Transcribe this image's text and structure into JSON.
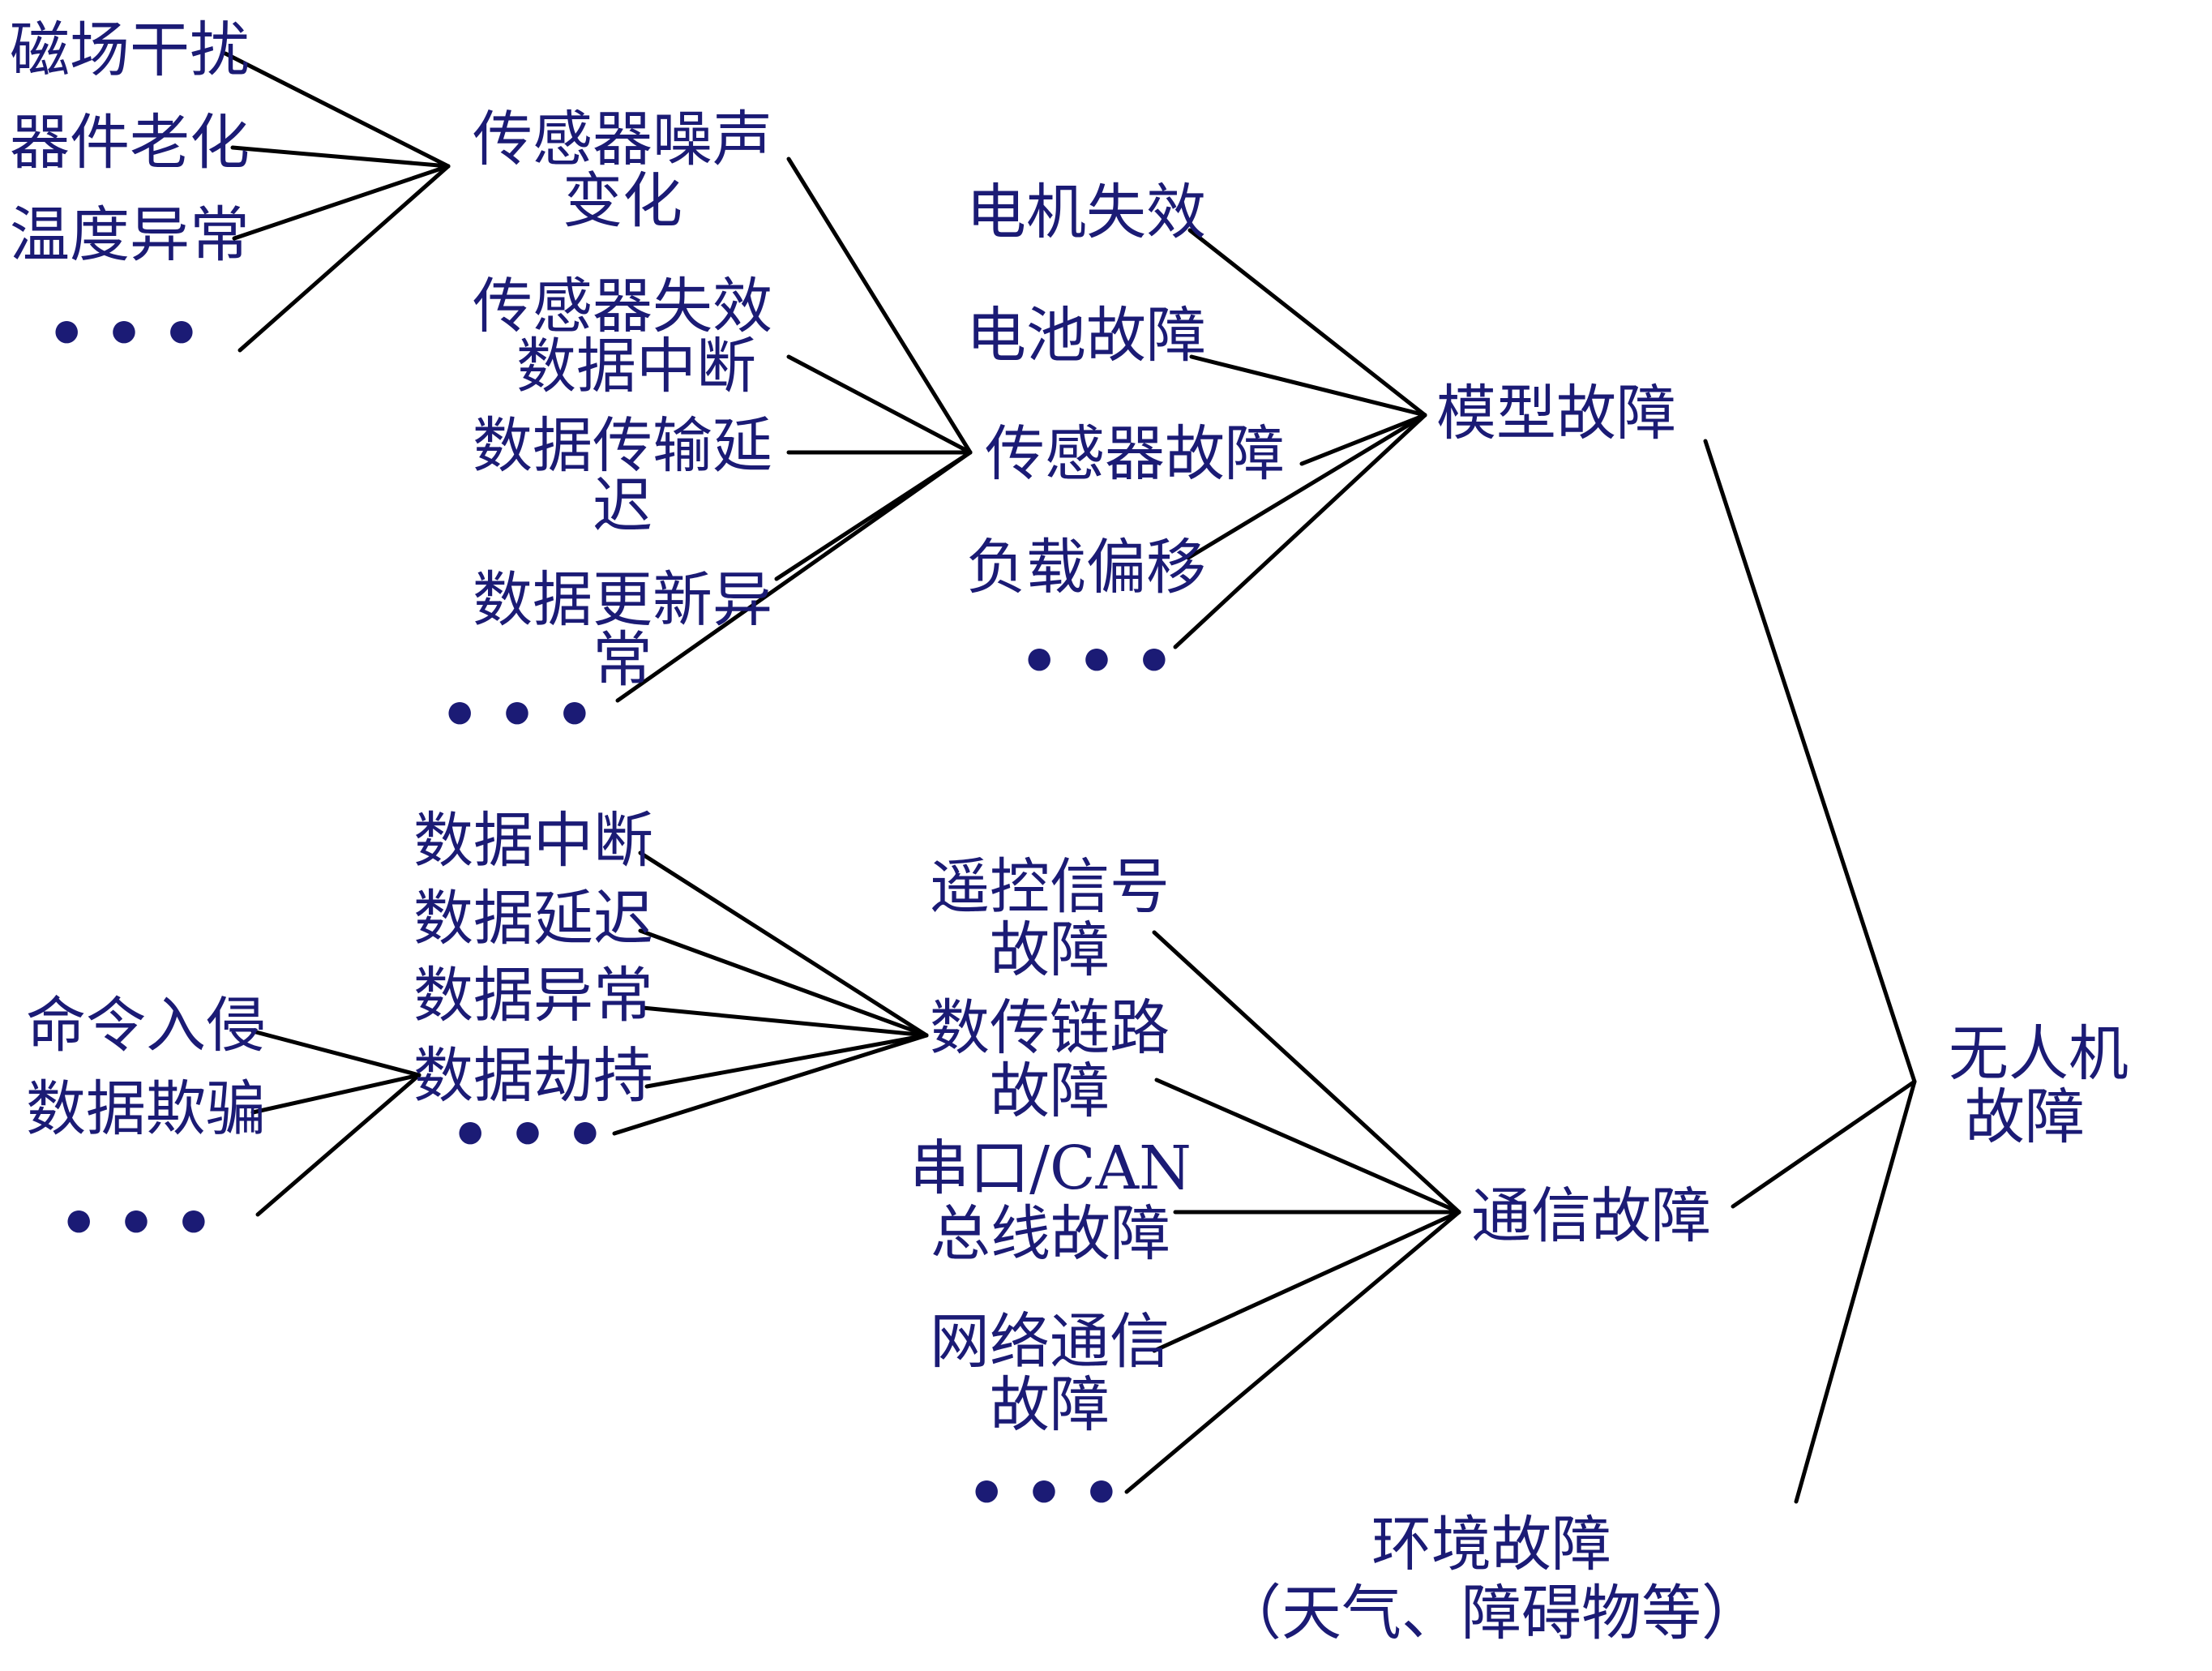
{
  "colors": {
    "text_navy": "#1b1b75",
    "line_black": "#000000",
    "background": "#ffffff"
  },
  "ellipsis": "● ● ●",
  "nodes": {
    "magnetic_interference": "磁场干扰",
    "device_aging": "器件老化",
    "temperature_anomaly": "温度异常",
    "sensor_noise_change": {
      "line1": "传感器噪声",
      "line2": "变化"
    },
    "sensor_failure_interrupt": {
      "line1": "传感器失效",
      "line2": "数据中断"
    },
    "data_transmission_delay": {
      "line1": "数据传输延",
      "line2": "迟"
    },
    "data_update_anomaly": {
      "line1": "数据更新异",
      "line2": "常"
    },
    "motor_failure": "电机失效",
    "battery_fault": "电池故障",
    "sensor_fault": "传感器故障",
    "payload_offset": "负载偏移",
    "model_fault": "模型故障",
    "command_intrusion": "命令入侵",
    "data_spoofing": "数据欺骗",
    "data_interrupt": "数据中断",
    "data_delay": "数据延迟",
    "data_anomaly": "数据异常",
    "data_hijack": "数据劫持",
    "rc_signal_fault": {
      "line1": "遥控信号",
      "line2": "故障"
    },
    "datalink_fault": {
      "line1": "数传链路",
      "line2": "故障"
    },
    "serial_can_bus_fault": {
      "line1": "串口/CAN",
      "line2": "总线故障"
    },
    "network_comm_fault": {
      "line1": "网络通信",
      "line2": "故障"
    },
    "comm_fault": "通信故障",
    "env_fault": {
      "line1": "环境故障",
      "line2": "（天气、障碍物等）"
    },
    "uav_fault": {
      "line1": "无人机",
      "line2": "故障"
    }
  },
  "hierarchy": {
    "root": "无人机故障",
    "branches": [
      {
        "parent": "模型故障",
        "children": [
          "电机失效",
          "电池故障",
          "传感器故障",
          "负载偏移",
          "…"
        ],
        "sub": {
          "parent": "传感器故障",
          "children": [
            "传感器噪声变化",
            "传感器失效数据中断",
            "数据传输延迟",
            "数据更新异常",
            "…"
          ],
          "sub": {
            "parent": "传感器噪声变化",
            "children": [
              "磁场干扰",
              "器件老化",
              "温度异常",
              "…"
            ]
          }
        }
      },
      {
        "parent": "通信故障",
        "children": [
          "遥控信号故障",
          "数传链路故障",
          "串口/CAN总线故障",
          "网络通信故障",
          "…"
        ],
        "sub": {
          "parent": "数传链路故障",
          "children": [
            "数据中断",
            "数据延迟",
            "数据异常",
            "数据劫持",
            "…"
          ],
          "sub": {
            "parent": "数据劫持",
            "children": [
              "命令入侵",
              "数据欺骗",
              "…"
            ]
          }
        }
      },
      {
        "parent": "环境故障（天气、障碍物等）",
        "children": []
      }
    ]
  }
}
